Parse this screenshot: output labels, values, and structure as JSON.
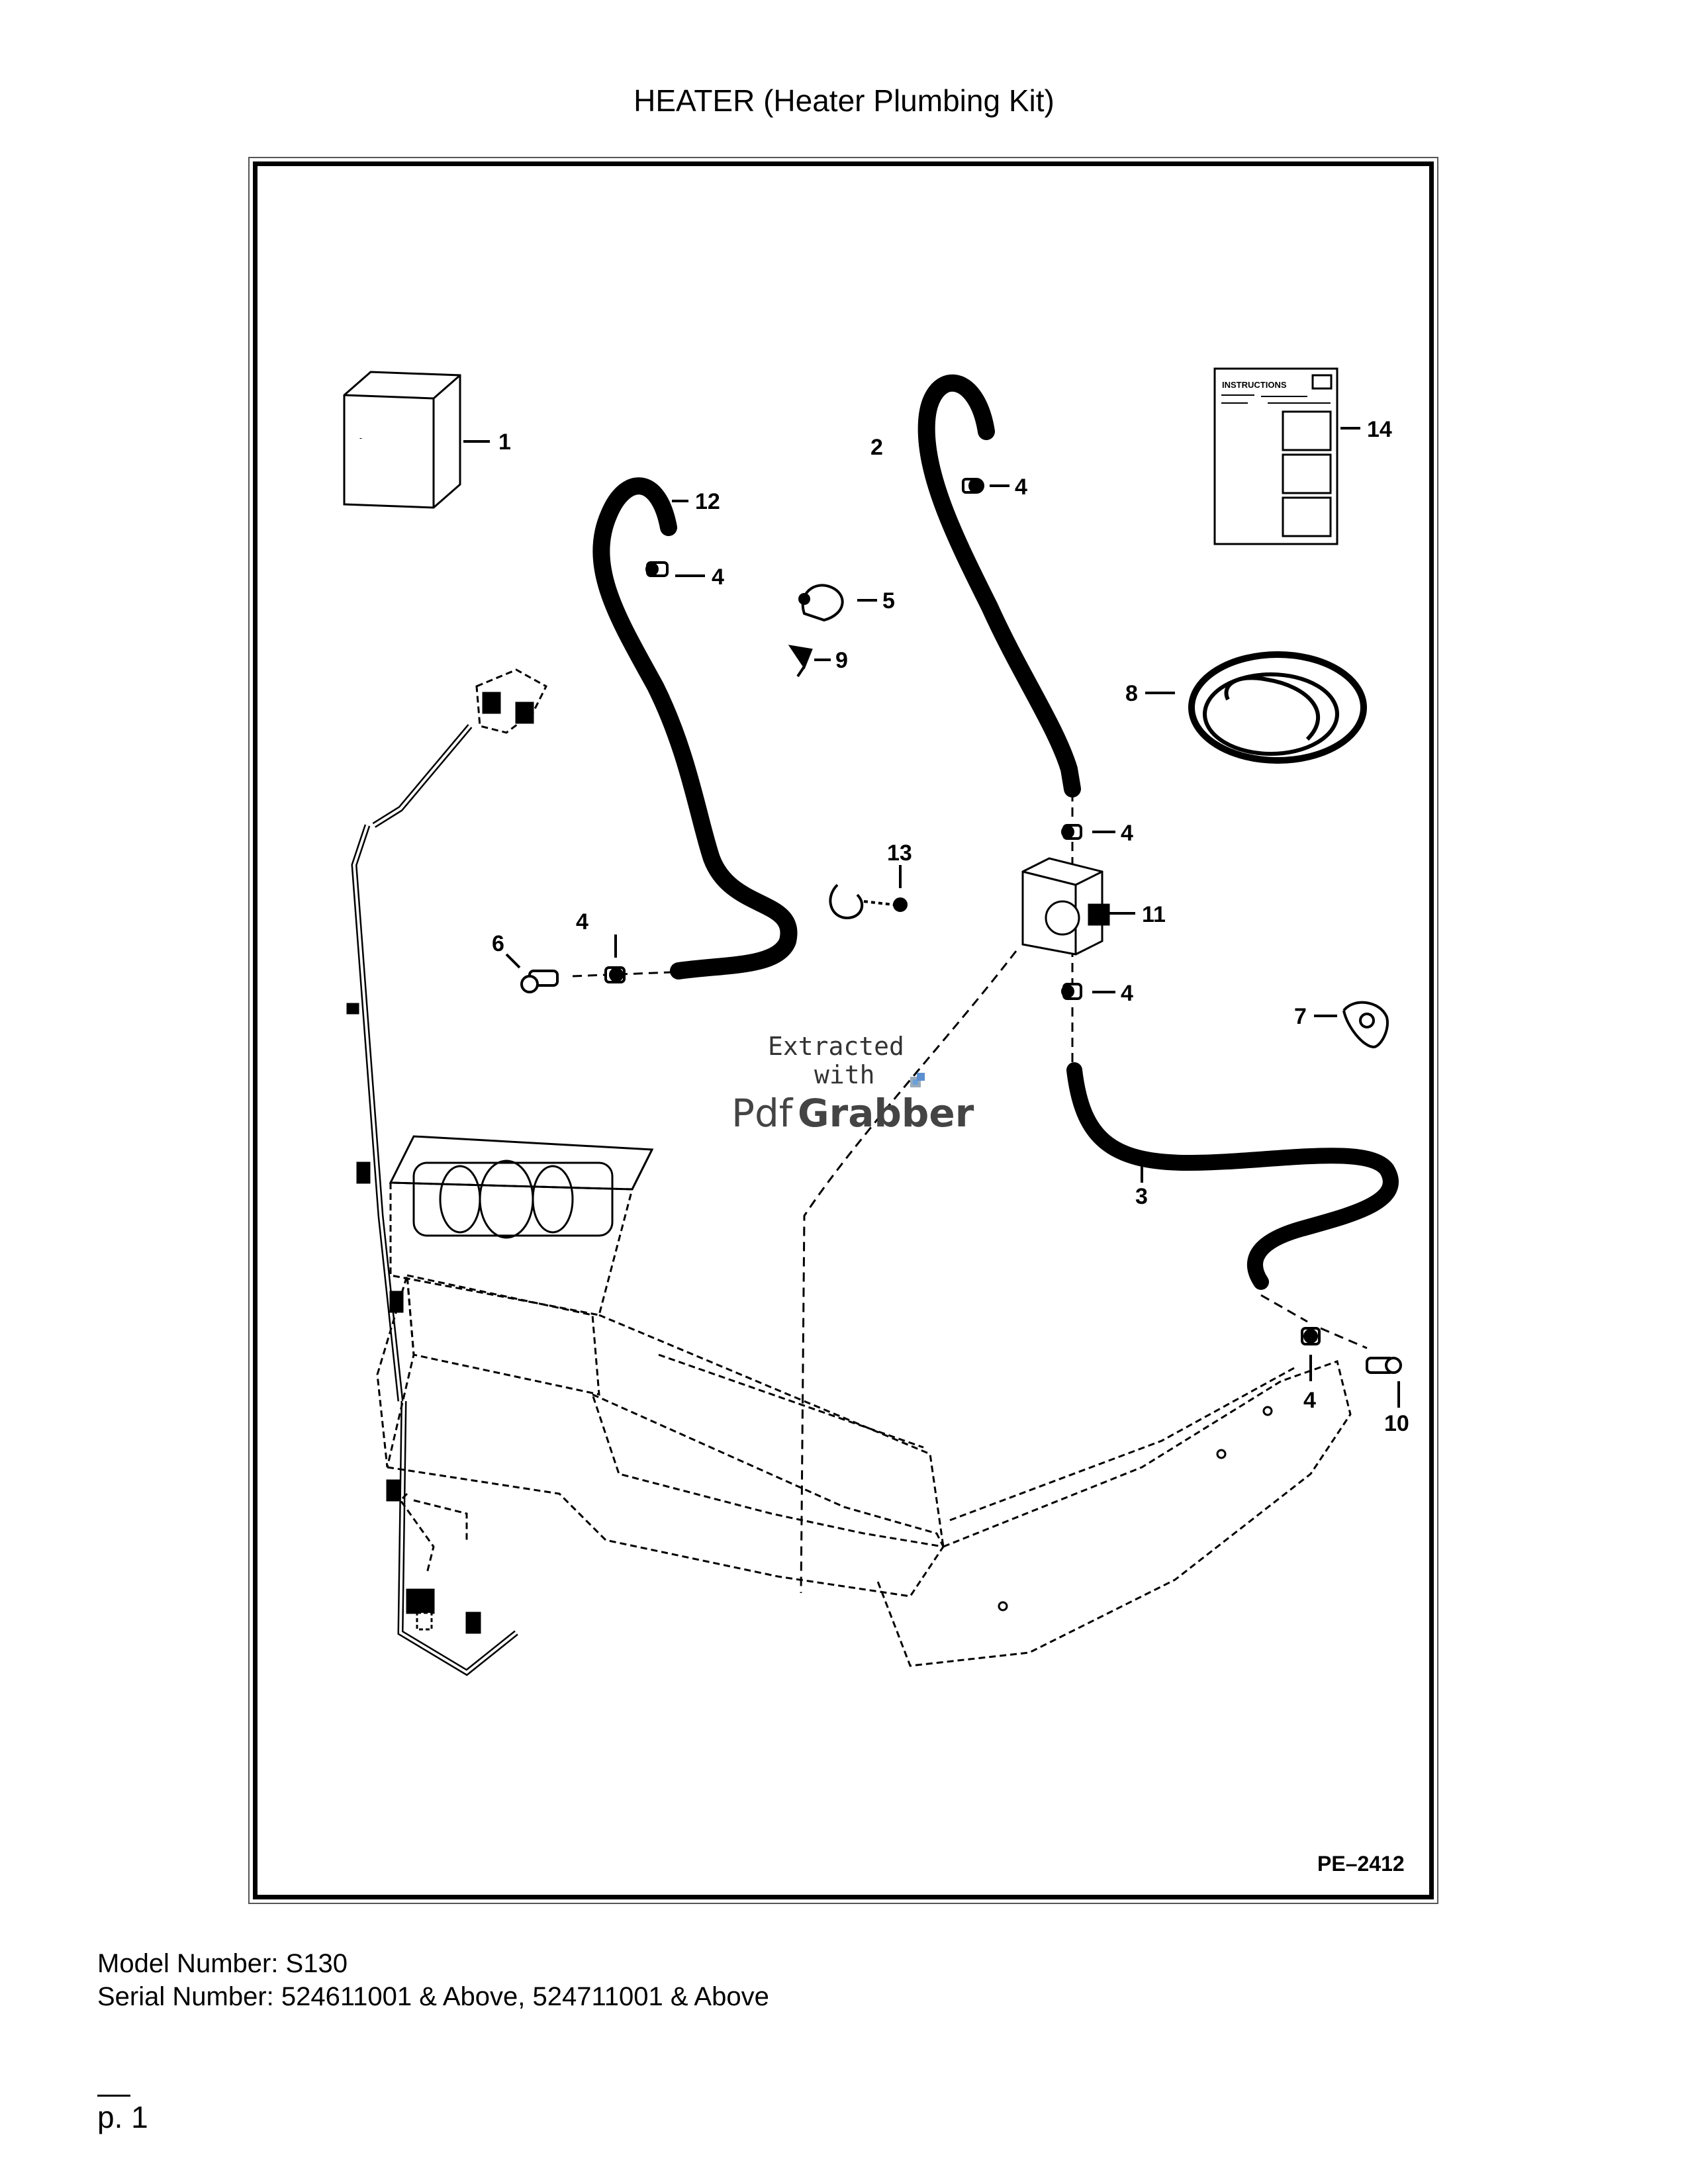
{
  "page": {
    "title": "HEATER (Heater Plumbing Kit)",
    "model_line": "Model Number: S130",
    "serial_line": "Serial Number: 524611001 & Above, 524711001 & Above",
    "page_number": "p. 1"
  },
  "figure": {
    "figure_id": "PE–2412",
    "instructions_label": "INSTRUCTIONS",
    "watermark": {
      "line1": "Extracted",
      "line2": "with",
      "brand_part1": "Pdf",
      "brand_part2": "Grabber"
    },
    "callouts": {
      "c1": "1",
      "c2": "2",
      "c3": "3",
      "c4a": "4",
      "c4b": "4",
      "c4c": "4",
      "c4d": "4",
      "c4e": "4",
      "c4f": "4",
      "c5": "5",
      "c6": "6",
      "c7": "7",
      "c8": "8",
      "c9": "9",
      "c10": "10",
      "c11": "11",
      "c12": "12",
      "c13": "13",
      "c14": "14"
    }
  }
}
